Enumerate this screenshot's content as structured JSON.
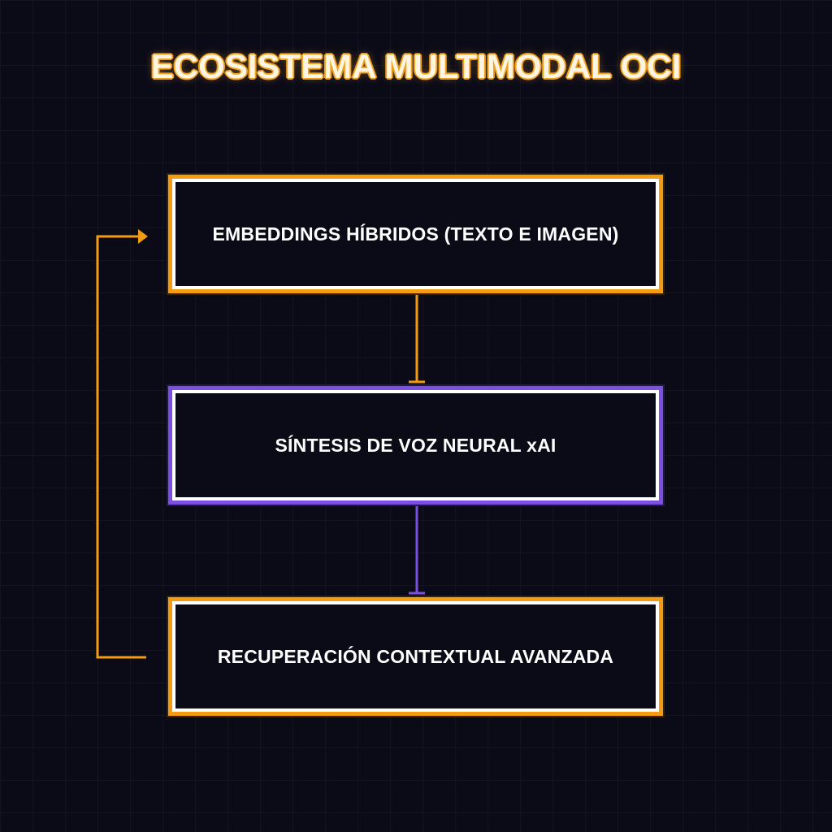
{
  "title": "ECOSISTEMA MULTIMODAL OCI",
  "nodes": [
    {
      "id": "embeddings",
      "label": "EMBEDDINGS HÍBRIDOS (TEXTO E IMAGEN)",
      "accent": "#f39c12"
    },
    {
      "id": "voice",
      "label": "SÍNTESIS DE VOZ NEURAL xAI",
      "accent": "#7b4fe0"
    },
    {
      "id": "retrieval",
      "label": "RECUPERACIÓN CONTEXTUAL AVANZADA",
      "accent": "#f39c12"
    }
  ],
  "edges": [
    {
      "from": "embeddings",
      "to": "voice",
      "color": "#f39c12"
    },
    {
      "from": "voice",
      "to": "retrieval",
      "color": "#7b4fe0"
    },
    {
      "from": "retrieval",
      "to": "embeddings",
      "color": "#f39c12"
    }
  ],
  "colors": {
    "background": "#0b0b18",
    "orange": "#f39c12",
    "purple": "#7b4fe0",
    "box_border": "#ffffff"
  }
}
